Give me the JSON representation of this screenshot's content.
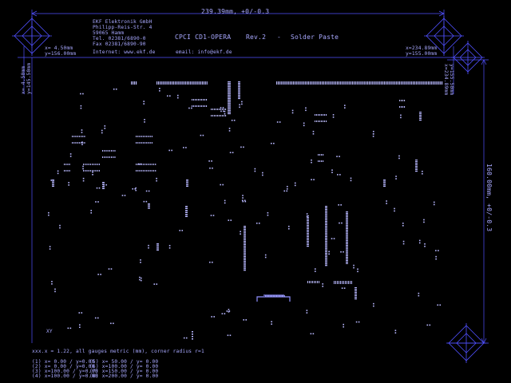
{
  "dimensions": {
    "width": "239.39mm, +0/-0.3",
    "height": "160.00mm, +0/-0.3"
  },
  "company": {
    "lines": [
      "EKF Elektronik GmbH",
      "Philipp-Reis-Str. 4",
      "59065 Hamm",
      "Tel. 02381/6890-0",
      "Fax  02381/6890-90",
      "Internet: www.ekf.de"
    ],
    "email": "email: info@ekf.de"
  },
  "board": {
    "title": "CPCI CD1-OPERA",
    "revision": "Rev.2",
    "dash": "-",
    "layer": "Solder Paste"
  },
  "fiducials": {
    "top_left": [
      "x= 4.50mm",
      "y=156.00mm"
    ],
    "top_right": [
      "x=234.89mm",
      "y=155.00mm"
    ],
    "left_vert": [
      "x= 4.50mm",
      "y=145.50mm"
    ],
    "right_vert": [
      "x=234.89mm",
      "y=155.50mm"
    ]
  },
  "notes": {
    "axis": "XY",
    "description": "xxx.x = 1.22, all gauges metric (mm), corner radius r=1",
    "coords_left": [
      "(1) x=  0.00 / y=0.00",
      "(2) x=  0.00 / y=0.00",
      "(3) x=100.00 / y=0.00",
      "(4) x=100.00 / y=0.00"
    ],
    "coords_right": [
      "(5) x= 50.00 / y= 0.00",
      "(6) x=100.00 / y= 0.00",
      "(7) x=150.00 / y= 0.00",
      "(8) x=200.00 / y= 0.00"
    ]
  },
  "colors": {
    "line": "#5050ff",
    "pad": "#b8b8ff",
    "text": "#a8a8ff",
    "background": "#000000"
  }
}
